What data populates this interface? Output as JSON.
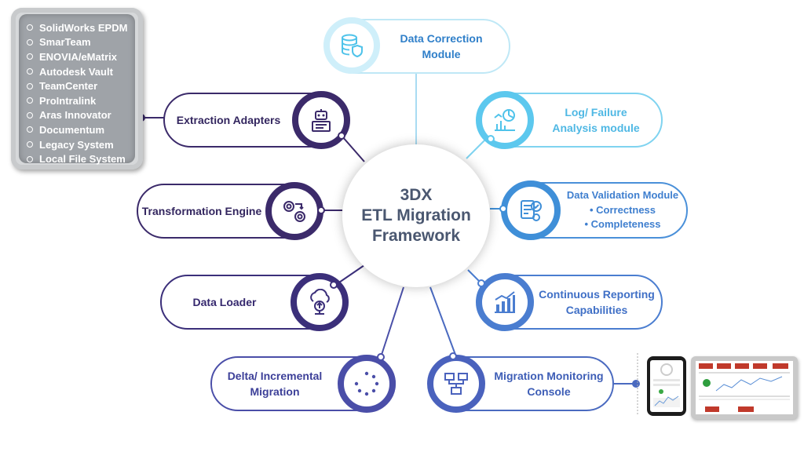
{
  "colors": {
    "light_blue": "#4fc3ea",
    "mid_blue": "#3f8fd8",
    "indigo": "#4a4ea8",
    "dark_purple": "#3b2a6a",
    "panel_gray": "#9fa3a8"
  },
  "source_systems": [
    "SolidWorks EPDM",
    "SmarTeam",
    "ENOVIA/eMatrix",
    "Autodesk Vault",
    "TeamCenter",
    "ProIntralink",
    "Aras Innovator",
    "Documentum",
    "Legacy System",
    "Local File System"
  ],
  "center": {
    "line1": "3DX",
    "line2": "ETL Migration",
    "line3": "Framework"
  },
  "modules": {
    "data_correction": {
      "line1": "Data Correction",
      "line2": "Module",
      "icon": "database-shield-icon"
    },
    "log_failure": {
      "line1": "Log/ Failure",
      "line2": "Analysis module",
      "icon": "analytics-icon"
    },
    "data_validation": {
      "title": "Data Validation Module",
      "bullet1": "• Correctness",
      "bullet2": "• Completeness",
      "icon": "checklist-gear-icon"
    },
    "continuous_reporting": {
      "line1": "Continuous  Reporting",
      "line2": "Capabilities",
      "icon": "bar-chart-icon"
    },
    "migration_monitoring": {
      "line1": "Migration  Monitoring",
      "line2": "Console",
      "icon": "flowchart-icon"
    },
    "delta_incremental": {
      "line1": "Delta/ Incremental",
      "line2": "Migration",
      "icon": "loading-dots-icon"
    },
    "data_loader": {
      "line1": "Data Loader",
      "icon": "cloud-upload-icon"
    },
    "transformation_engine": {
      "line1": "Transformation  Engine",
      "icon": "transform-icon"
    },
    "extraction_adapters": {
      "line1": "Extraction  Adapters",
      "icon": "robot-adapter-icon"
    }
  }
}
